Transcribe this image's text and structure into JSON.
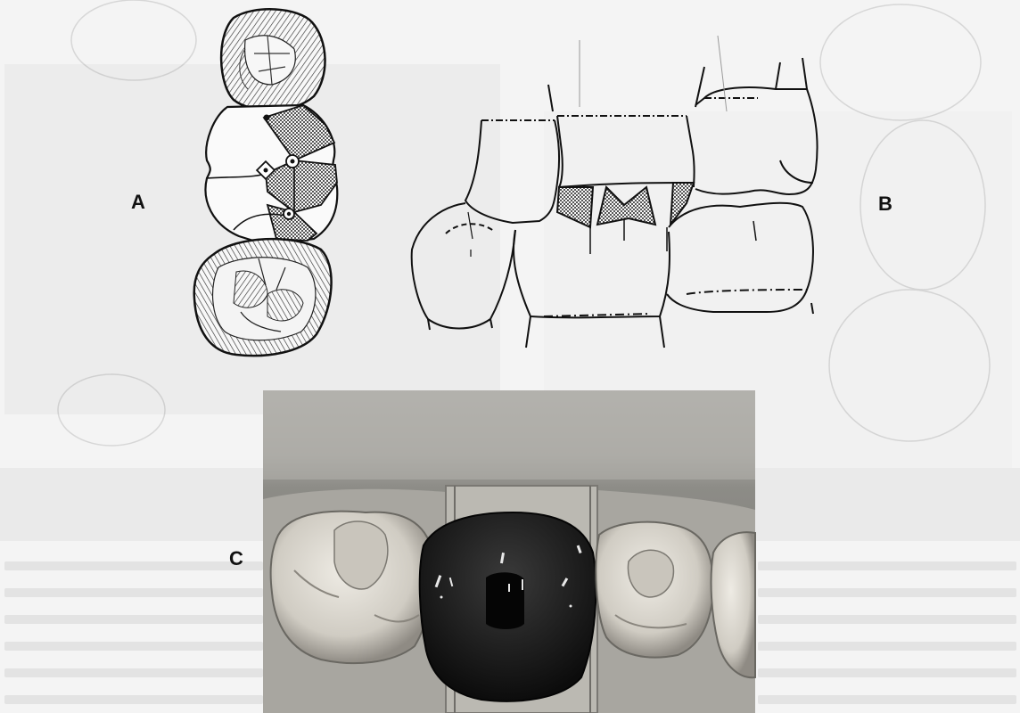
{
  "figure": {
    "panels": [
      {
        "id": "A",
        "label": "A"
      },
      {
        "id": "B",
        "label": "B"
      },
      {
        "id": "C",
        "label": "C"
      }
    ]
  },
  "colors": {
    "background": "#f4f4f4",
    "panel_bg": "#ebebeb",
    "line": "#111111",
    "hatch": "#333333",
    "photo_bg": "#8a8a86",
    "crown_dark": "#1c1c1c",
    "tooth_light": "#d9d6cf"
  }
}
